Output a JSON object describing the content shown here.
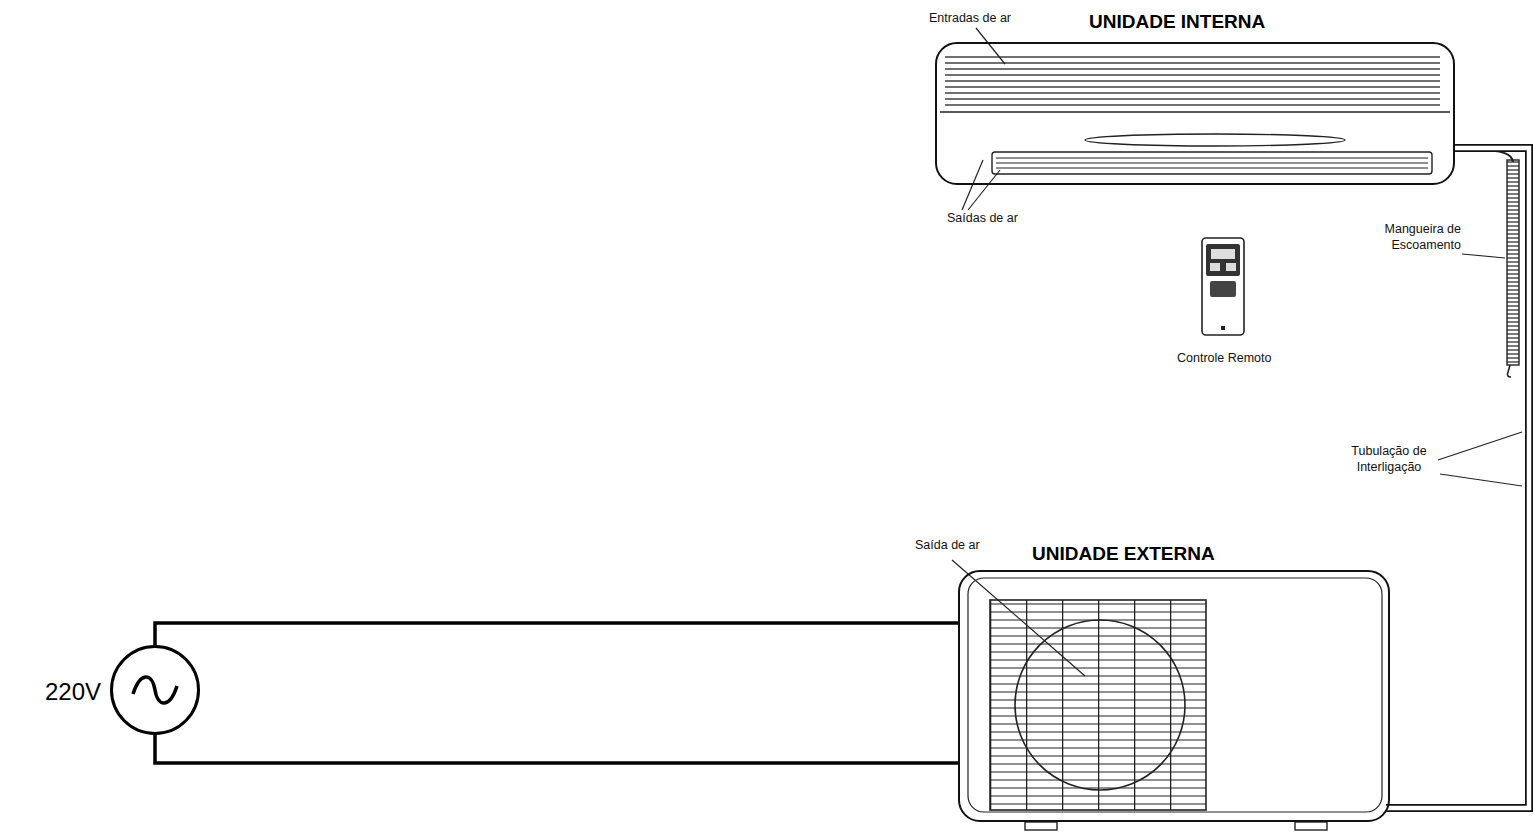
{
  "diagram": {
    "nodes": [
      {
        "text": [
          "UNIDADE INTERNA"
        ]
      },
      {
        "text": [
          "UNIDADE EXTERNA"
        ]
      },
      {
        "text": [
          "220V"
        ]
      }
    ],
    "edges": [
      {
        "from": 0,
        "to": 1,
        "arrow": "none"
      },
      {
        "from": 2,
        "to": 1,
        "arrow": "none"
      },
      {
        "from": 2,
        "to": 1,
        "arrow": "none"
      }
    ],
    "labels": [
      "Entradas de ar",
      "Saídas de ar",
      "Mangueira de Escoamento",
      "Controle Remoto",
      "Tubulação de Interligação",
      "Saída de ar"
    ]
  }
}
